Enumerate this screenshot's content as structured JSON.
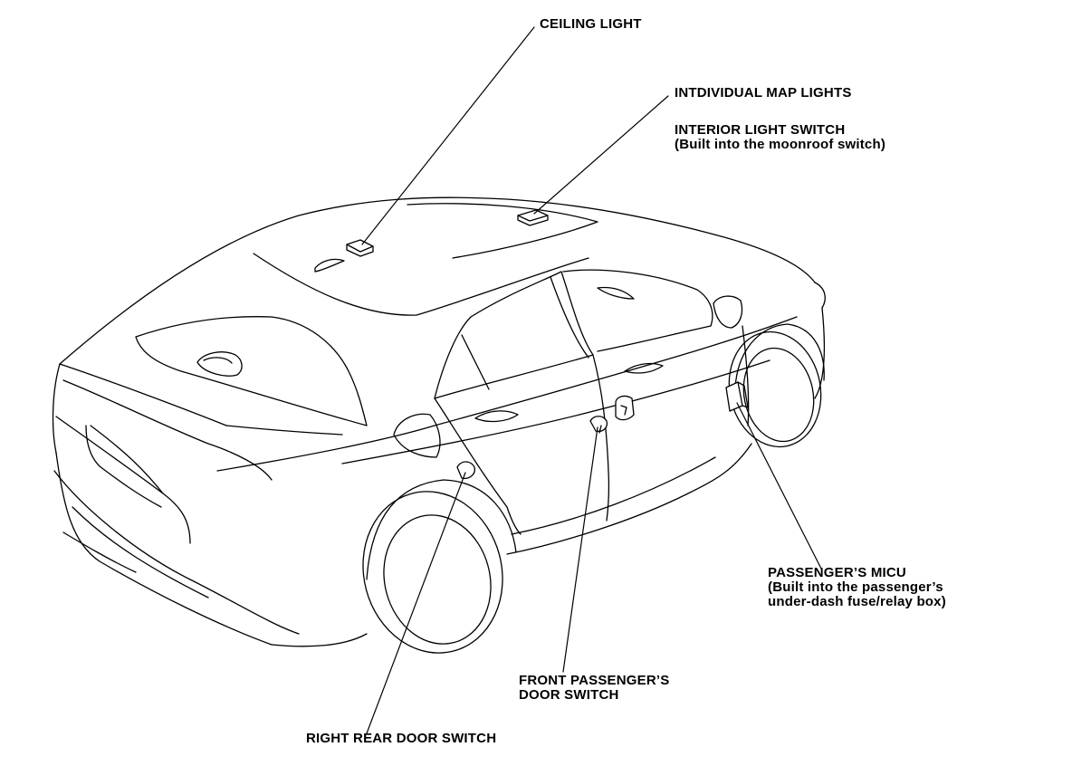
{
  "labels": {
    "ceiling_light": "CEILING LIGHT",
    "map_lights": "INTDIVIDUAL MAP LIGHTS",
    "interior_switch_line1": "INTERIOR LIGHT SWITCH",
    "interior_switch_line2": "(Built into the moonroof switch)",
    "micu_line1": "PASSENGER’S MICU",
    "micu_line2": "(Built into the passenger’s",
    "micu_line3": "under-dash fuse/relay box)",
    "front_switch_line1": "FRONT PASSENGER’S",
    "front_switch_line2": "DOOR SWITCH",
    "rear_switch": "RIGHT REAR DOOR SWITCH"
  }
}
